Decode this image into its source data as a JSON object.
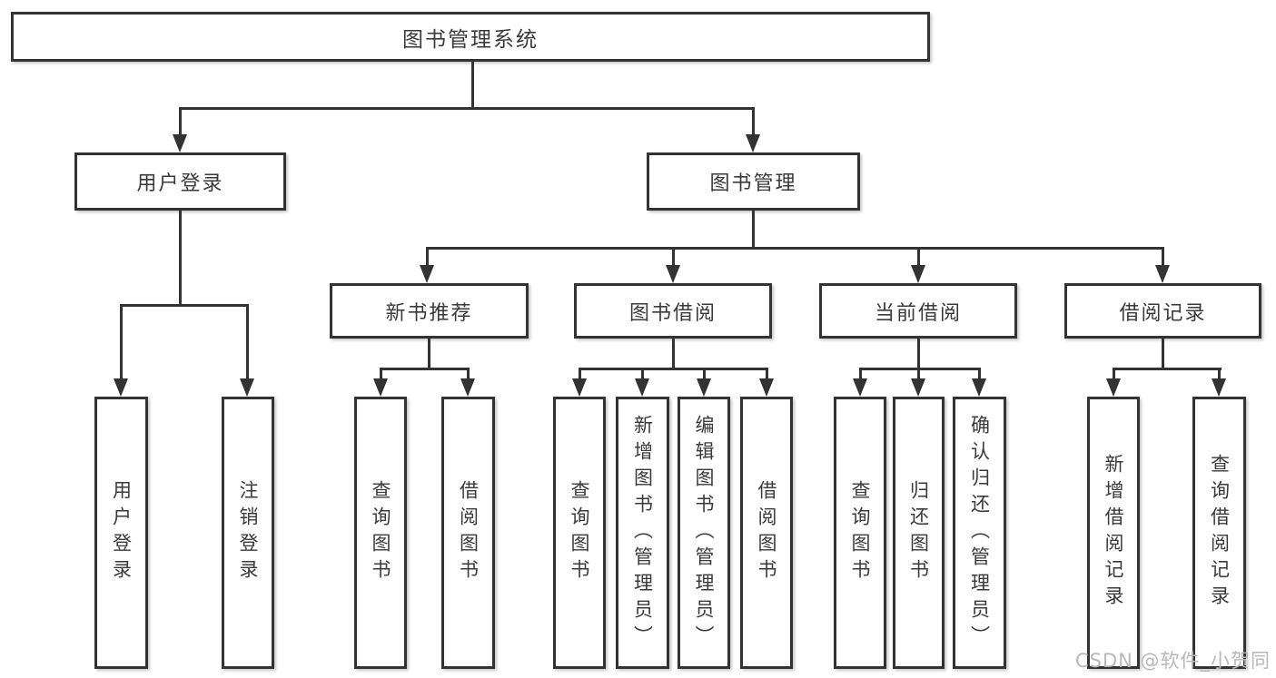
{
  "tree": {
    "label": "图书管理系统",
    "children": [
      {
        "label": "用户登录",
        "children": [
          {
            "label": "用户登录"
          },
          {
            "label": "注销登录"
          }
        ]
      },
      {
        "label": "图书管理",
        "children": [
          {
            "label": "新书推荐",
            "children": [
              {
                "label": "查询图书"
              },
              {
                "label": "借阅图书"
              }
            ]
          },
          {
            "label": "图书借阅",
            "children": [
              {
                "label": "查询图书"
              },
              {
                "label": "新增图书（管理员）"
              },
              {
                "label": "编辑图书（管理员）"
              },
              {
                "label": "借阅图书"
              }
            ]
          },
          {
            "label": "当前借阅",
            "children": [
              {
                "label": "查询图书"
              },
              {
                "label": "归还图书"
              },
              {
                "label": "确认归还（管理员）"
              }
            ]
          },
          {
            "label": "借阅记录",
            "children": [
              {
                "label": "新增借阅记录"
              },
              {
                "label": "查询借阅记录"
              }
            ]
          }
        ]
      }
    ]
  },
  "watermark": {
    "text": "CSDN @软件_小贺同学"
  },
  "colors": {
    "line": "#333333",
    "text": "#3a3a3a",
    "watermark": "#b8b8b8"
  }
}
